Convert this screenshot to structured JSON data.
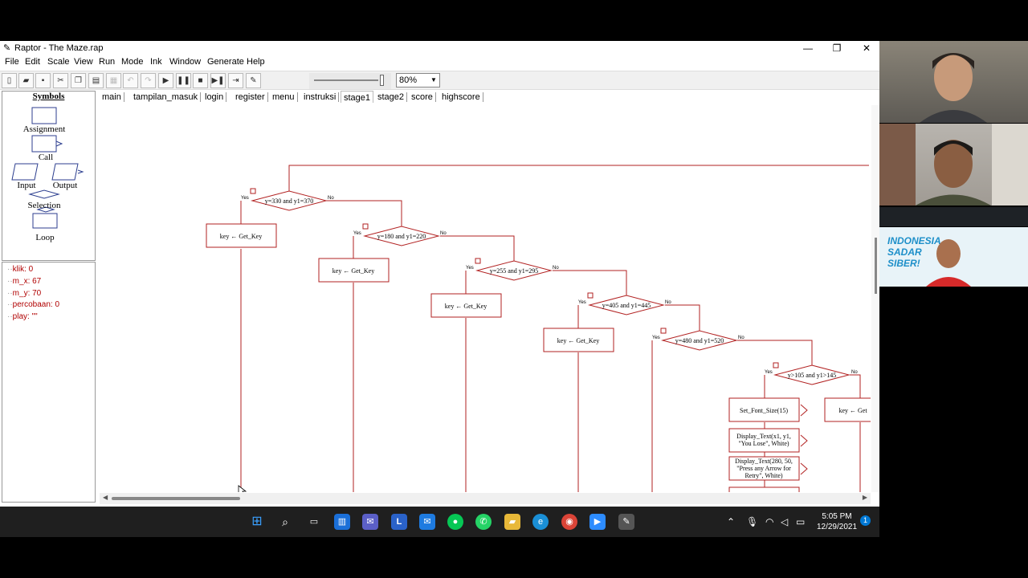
{
  "window": {
    "title": "Raptor - The Maze.rap",
    "controls": {
      "minimize": "—",
      "restore": "❐",
      "close": "✕"
    }
  },
  "menu": [
    "File",
    "Edit",
    "Scale",
    "View",
    "Run",
    "Mode",
    "Ink",
    "Window",
    "Generate",
    "Help"
  ],
  "toolbar": {
    "zoom": "80%"
  },
  "symbols": {
    "header": "Symbols",
    "items": [
      "Assignment",
      "Call",
      "Input",
      "Output",
      "Selection",
      "Loop"
    ]
  },
  "variables": [
    "klik: 0",
    "m_x: 67",
    "m_y: 70",
    "percobaan: 0",
    "play: \"\""
  ],
  "tabs": [
    "main",
    "tampilan_masuk",
    "login",
    "register",
    "menu",
    "instruksi",
    "stage1",
    "stage2",
    "score",
    "highscore"
  ],
  "active_tab": "stage1",
  "flowchart": {
    "yes": "Yes",
    "no": "No",
    "conditions": [
      "y=330 and y1=370",
      "y=180 and y1=220",
      "y=255 and y1=295",
      "y=405 and y1=445",
      "y=480 and y1=520",
      "y>105 and y1>145"
    ],
    "assign": "key ← Get_Key",
    "assign_cut": "key ← Get",
    "calls": [
      "Set_Font_Size(15)",
      "Display_Text(x1, y1,",
      "\"You Lose\", White)",
      "Display_Text(280, 50,",
      "\"Press any Arrow for",
      "Retry\", White)"
    ]
  },
  "video": {
    "banner_line1": "INDONESIA",
    "banner_line2": "SADAR",
    "banner_line3": "SIBER!"
  },
  "taskbar": {
    "time": "5:05 PM",
    "date": "12/29/2021",
    "notifications": "1"
  }
}
